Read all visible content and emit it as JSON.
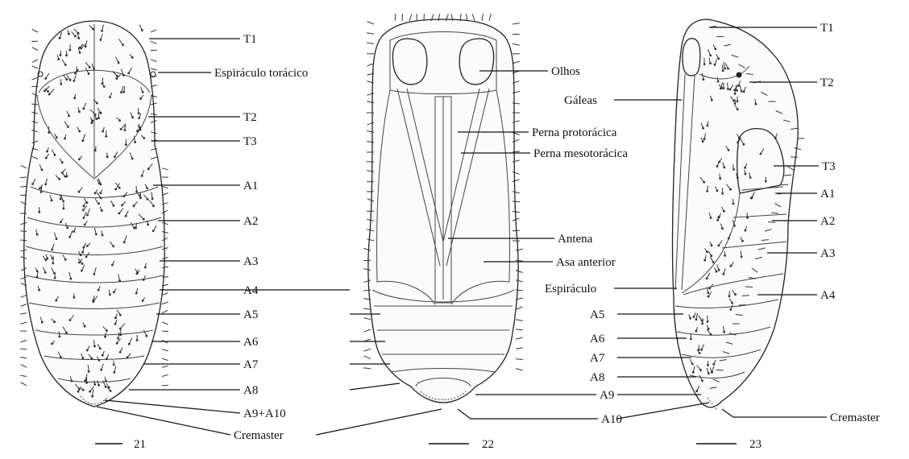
{
  "panels": [
    {
      "number": "21",
      "labels": [
        "T1",
        "Espiráculo torácico",
        "T2",
        "T3",
        "A1",
        "A2",
        "A3",
        "A4",
        "A5",
        "A6",
        "A7",
        "A8",
        "A9+A10",
        "Cremaster"
      ]
    },
    {
      "number": "22",
      "labels": [
        "Olhos",
        "Perna protorácica",
        "Perna mesotorácica",
        "Antena",
        "Asa anterior",
        "A4",
        "A5",
        "A6",
        "A7",
        "A8",
        "A9",
        "A10"
      ]
    },
    {
      "number": "23",
      "labels": [
        "T1",
        "T2",
        "Gáleas",
        "T3",
        "A1",
        "A2",
        "A3",
        "Espiráculo",
        "A4",
        "A5",
        "A6",
        "A7",
        "A8",
        "Cremaster"
      ]
    }
  ]
}
